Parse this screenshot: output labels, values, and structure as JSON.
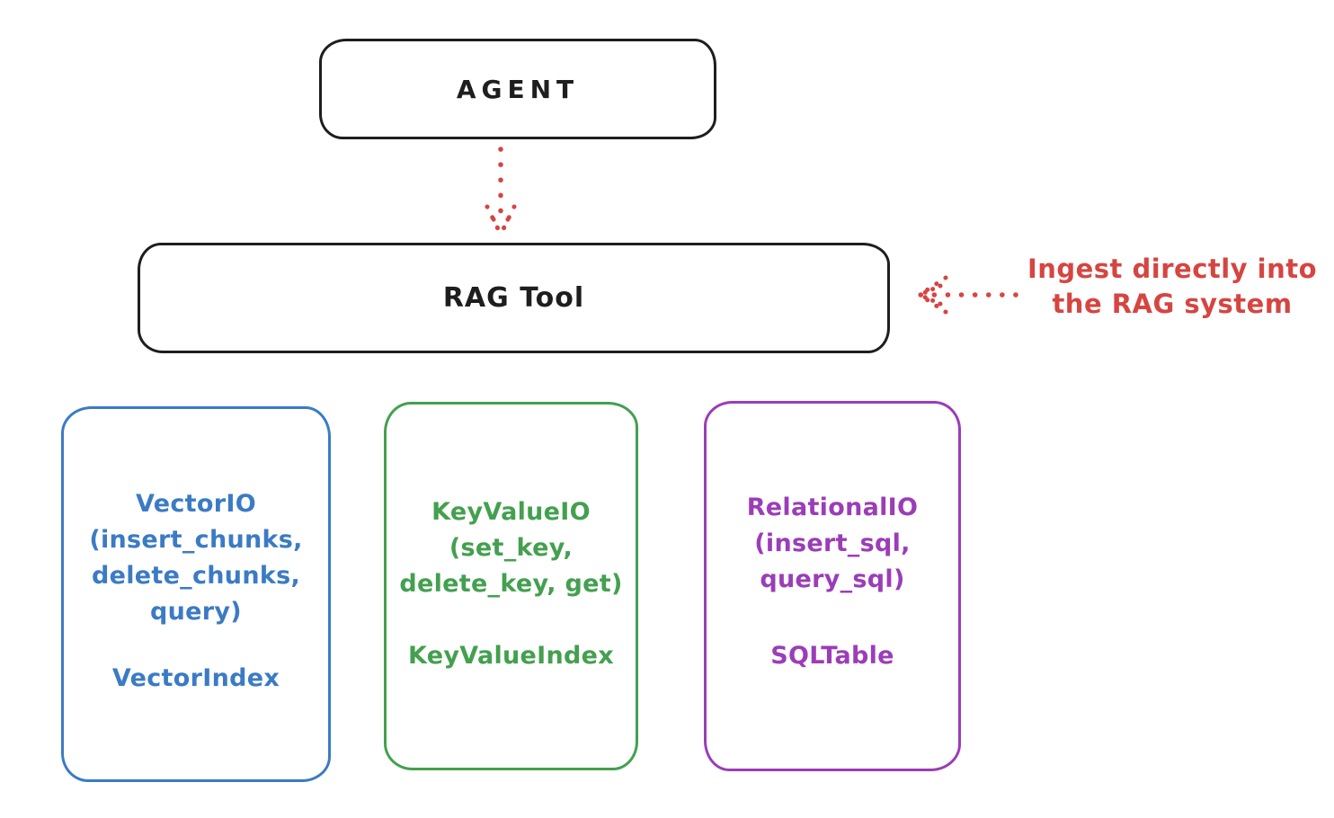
{
  "colors": {
    "ink": "#1e1e1e",
    "red": "#d64541",
    "blue": "#3b7bc4",
    "green": "#43a04f",
    "purple": "#9b3db8"
  },
  "agent": {
    "label": "AGENT"
  },
  "rag_tool": {
    "label": "RAG Tool"
  },
  "annotation": {
    "line1": "Ingest directly into",
    "line2": "the RAG system"
  },
  "storage_boxes": [
    {
      "name": "vector-io",
      "color": "#3b7bc4",
      "lines": [
        "VectorIO",
        "(insert_chunks,",
        "delete_chunks,",
        "query)"
      ],
      "index_label": "VectorIndex"
    },
    {
      "name": "key-value-io",
      "color": "#43a04f",
      "lines": [
        "KeyValueIO",
        "(set_key,",
        "delete_key, get)"
      ],
      "index_label": "KeyValueIndex"
    },
    {
      "name": "relational-io",
      "color": "#9b3db8",
      "lines": [
        "RelationalIO",
        "(insert_sql,",
        "query_sql)"
      ],
      "index_label": "SQLTable"
    }
  ]
}
